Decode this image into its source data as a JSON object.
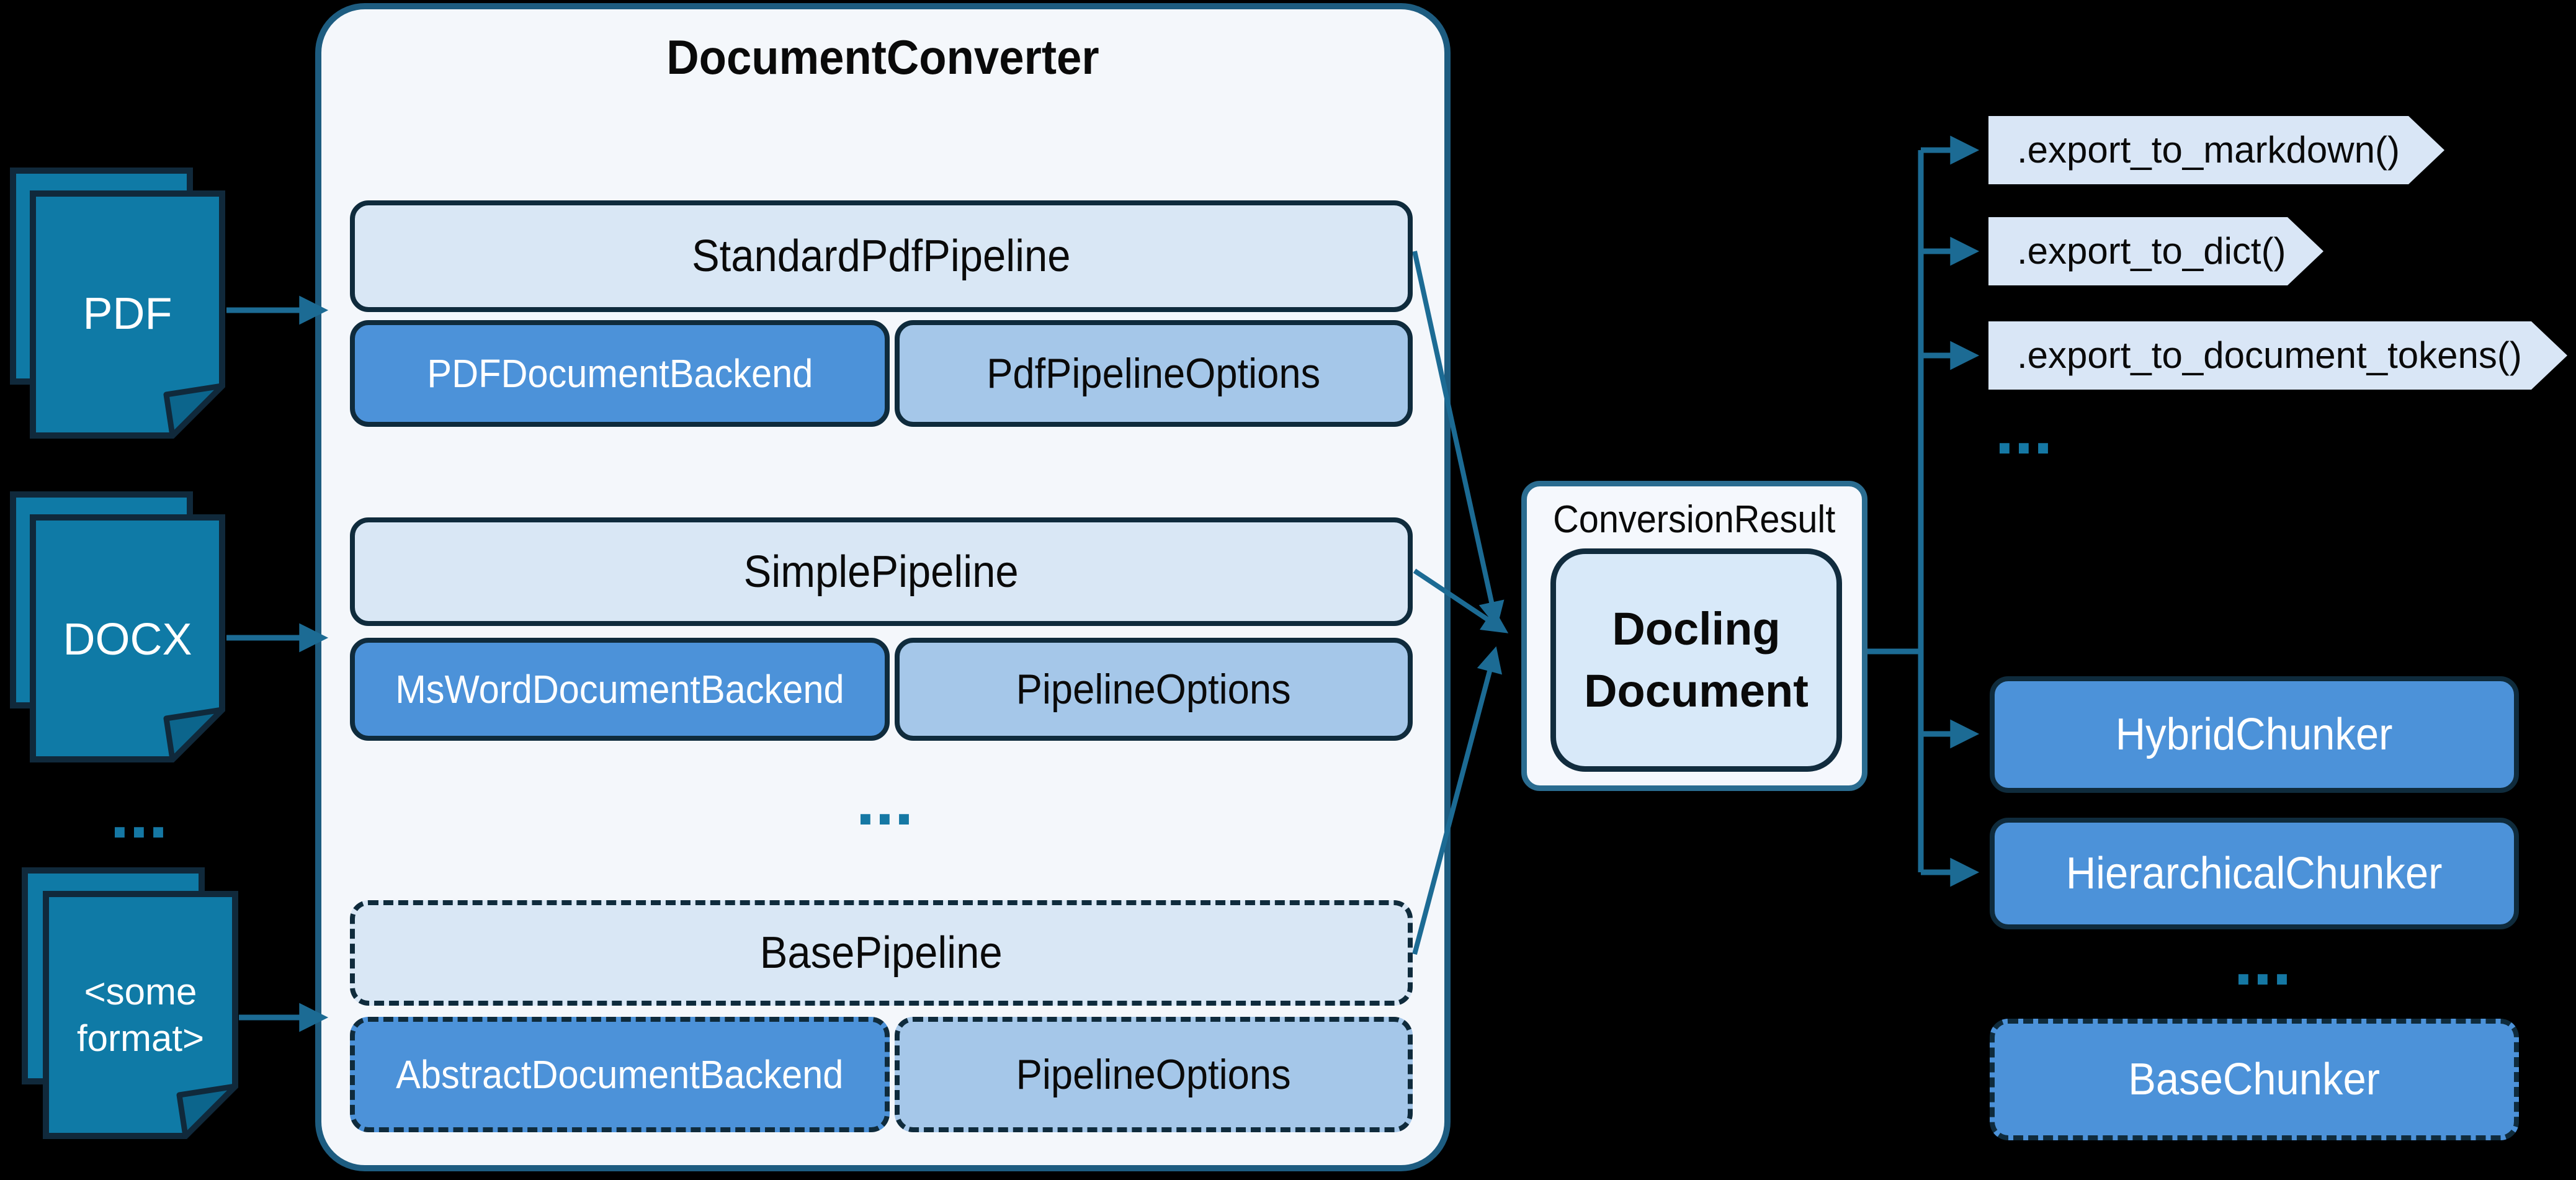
{
  "colors": {
    "background": "#000000",
    "accent_teal_line": "#1C6B94",
    "container_border": "#1D5C80",
    "container_fill": "#F4F7FB",
    "pipeline_fill": "#D9E7F5",
    "backend_fill": "#4C92D9",
    "options_fill": "#A5C7E9",
    "dark_border": "#0F2B3C",
    "document_icon_fill": "#0F7AA6",
    "document_icon_border": "#10293B",
    "result_border": "#2A6C90",
    "result_fill": "#F5F8FD",
    "docling_fill": "#D8E9F9",
    "pennant_fill": "#D9E6F6",
    "ellipsis_dots": "#1578A4"
  },
  "icons": {
    "pdf_stack": "stacked-document-pages-icon",
    "docx_stack": "stacked-document-pages-icon",
    "other_stack": "stacked-document-pages-icon"
  },
  "ellipsis": "...",
  "inputs": {
    "pdf": {
      "label": "PDF"
    },
    "docx": {
      "label": "DOCX"
    },
    "other": {
      "label": "<some format>",
      "line1": "<some",
      "line2": "format>"
    }
  },
  "converter": {
    "title": "DocumentConverter",
    "pipelines": [
      {
        "name": "StandardPdfPipeline",
        "backend": "PDFDocumentBackend",
        "options": "PdfPipelineOptions"
      },
      {
        "name": "SimplePipeline",
        "backend": "MsWordDocumentBackend",
        "options": "PipelineOptions"
      },
      {
        "name": "BasePipeline",
        "backend": "AbstractDocumentBackend",
        "options": "PipelineOptions"
      }
    ]
  },
  "result": {
    "label": "ConversionResult",
    "document_line1": "Docling",
    "document_line2": "Document"
  },
  "exports": [
    ".export_to_markdown()",
    ".export_to_dict()",
    ".export_to_document_tokens()"
  ],
  "chunkers": {
    "hybrid": "HybridChunker",
    "hierarchical": "HierarchicalChunker",
    "base": "BaseChunker"
  }
}
